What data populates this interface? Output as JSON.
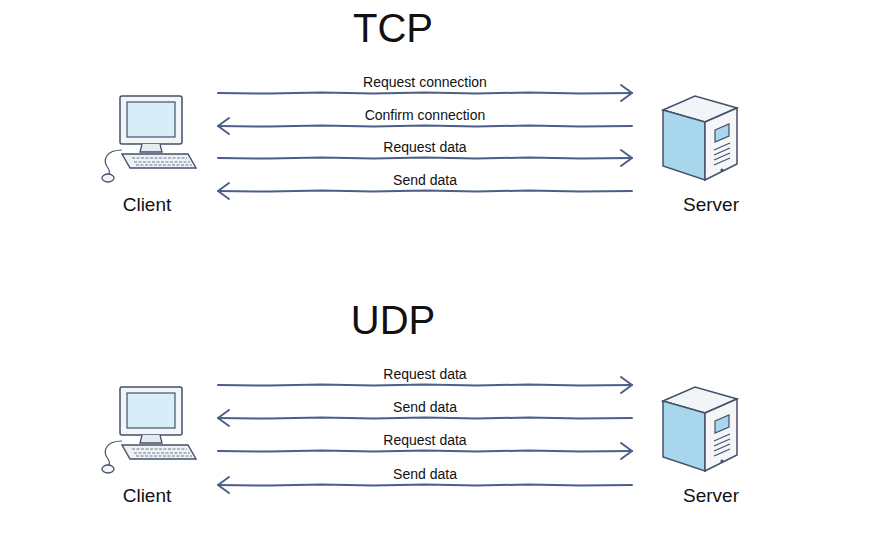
{
  "diagram": {
    "nodes": [
      {
        "text": [
          "Client"
        ]
      },
      {
        "text": [
          "Server"
        ]
      },
      {
        "text": [
          "Client"
        ]
      },
      {
        "text": [
          "Server"
        ]
      }
    ],
    "edges": [
      {
        "from": 0,
        "to": 1,
        "label": "Request connection",
        "arrow": "to"
      },
      {
        "from": 1,
        "to": 0,
        "label": "Confirm connection",
        "arrow": "to"
      },
      {
        "from": 0,
        "to": 1,
        "label": "Request data",
        "arrow": "to"
      },
      {
        "from": 1,
        "to": 0,
        "label": "Send data",
        "arrow": "to"
      },
      {
        "from": 2,
        "to": 3,
        "label": "Request data",
        "arrow": "to"
      },
      {
        "from": 3,
        "to": 2,
        "label": "Send data",
        "arrow": "to"
      },
      {
        "from": 2,
        "to": 3,
        "label": "Request data",
        "arrow": "to"
      },
      {
        "from": 3,
        "to": 2,
        "label": "Send data",
        "arrow": "to"
      }
    ],
    "labels": [
      "TCP",
      "UDP"
    ]
  }
}
